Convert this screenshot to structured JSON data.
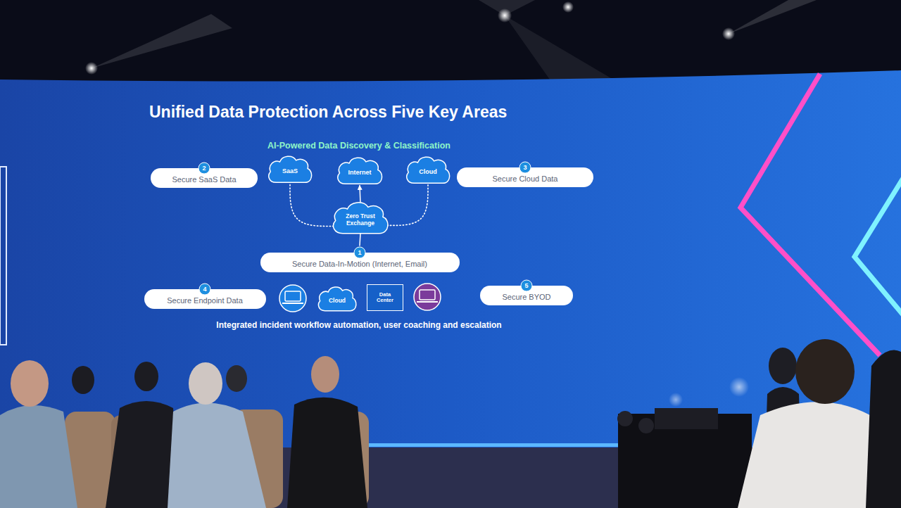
{
  "diagram": {
    "title": "Unified Data Protection Across Five Key Areas",
    "nodes": [
      {
        "text": [
          "2",
          "Secure SaaS Data"
        ]
      },
      {
        "text": [
          "SaaS"
        ]
      },
      {
        "text": [
          "Internet"
        ]
      },
      {
        "text": [
          "Cloud"
        ]
      },
      {
        "text": [
          "3",
          "Secure Cloud Data"
        ]
      },
      {
        "text": [
          "Zero Trust Exchange"
        ]
      },
      {
        "text": [
          "1",
          "Secure Data-In-Motion (Internet, Email)"
        ]
      },
      {
        "text": [
          "4",
          "Secure Endpoint Data"
        ]
      },
      {
        "text": [
          "Cloud"
        ]
      },
      {
        "text": [
          "Data Center"
        ]
      },
      {
        "text": [
          "5",
          "Secure BYOD"
        ]
      }
    ],
    "edges": [
      {
        "from": 5,
        "to": 1,
        "arrow": "none"
      },
      {
        "from": 5,
        "to": 2,
        "arrow": "to"
      },
      {
        "from": 5,
        "to": 3,
        "arrow": "none"
      },
      {
        "from": 6,
        "to": 5,
        "arrow": "none"
      }
    ],
    "labels": [
      "AI-Powered Data Discovery & Classification",
      "Integrated incident workflow automation, user coaching and escalation"
    ]
  }
}
